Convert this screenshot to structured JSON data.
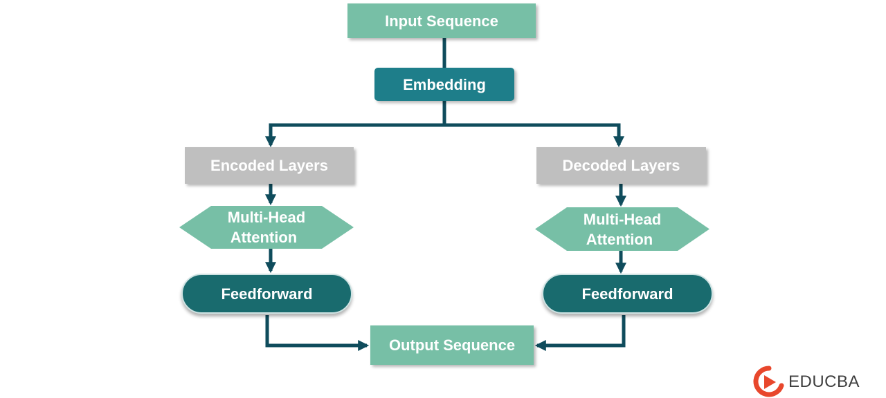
{
  "nodes": {
    "input": "Input Sequence",
    "embedding": "Embedding",
    "encoded": "Encoded Layers",
    "decoded": "Decoded Layers",
    "mha_left_line1": "Multi-Head",
    "mha_left_line2": "Attention",
    "mha_right_line1": "Multi-Head",
    "mha_right_line2": "Attention",
    "ff_left": "Feedforward",
    "ff_right": "Feedforward",
    "output": "Output Sequence"
  },
  "logo": {
    "text": "EDUCBA"
  },
  "colors": {
    "connector": "#0f4c5c",
    "mint": "#77bfa6",
    "teal": "#1e7e8a",
    "gray": "#bfbfbf",
    "dark_teal": "#196b6e",
    "logo_red": "#e8472c"
  }
}
